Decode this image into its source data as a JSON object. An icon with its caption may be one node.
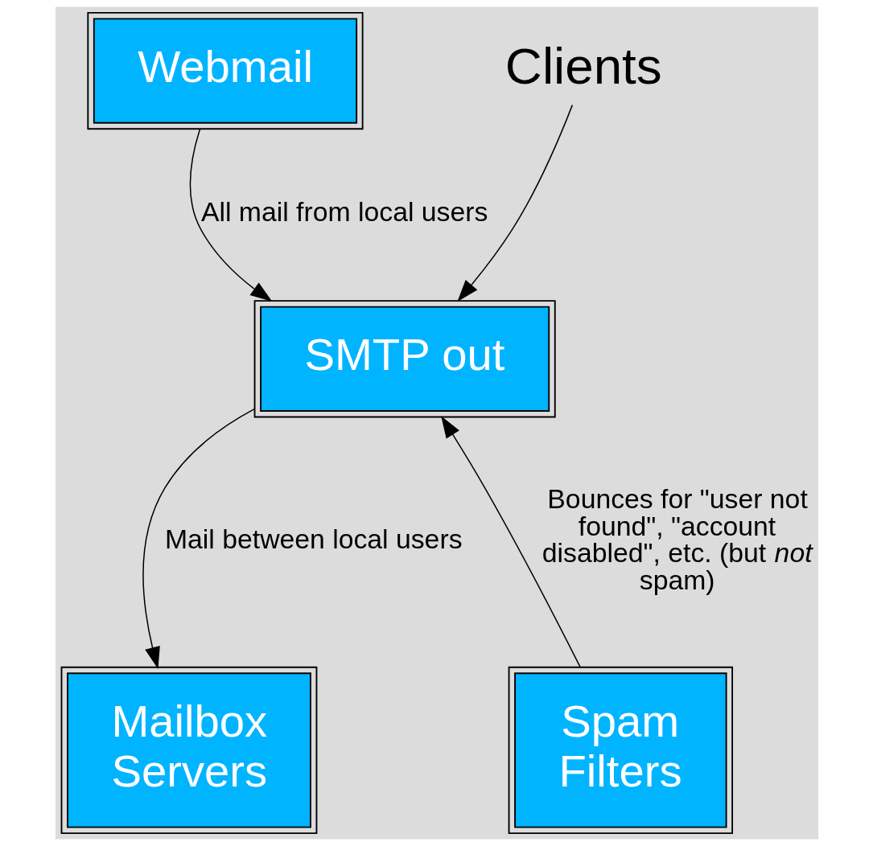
{
  "diagram": {
    "nodes": [
      {
        "text": [
          "Webmail"
        ]
      },
      {
        "text": [
          "Clients"
        ]
      },
      {
        "text": [
          "SMTP out"
        ]
      },
      {
        "text": [
          "Mailbox Servers"
        ]
      },
      {
        "text": [
          "Spam Filters"
        ]
      }
    ],
    "edges": [
      {
        "from": 0,
        "to": 2,
        "arrow": "to",
        "label": "All mail from local users"
      },
      {
        "from": 1,
        "to": 2,
        "arrow": "to"
      },
      {
        "from": 2,
        "to": 3,
        "arrow": "to",
        "label": "Mail between local users"
      },
      {
        "from": 4,
        "to": 2,
        "arrow": "to",
        "label": "Bounces for \"user not found\", \"account disabled\", etc. (but *not* spam)"
      }
    ]
  }
}
